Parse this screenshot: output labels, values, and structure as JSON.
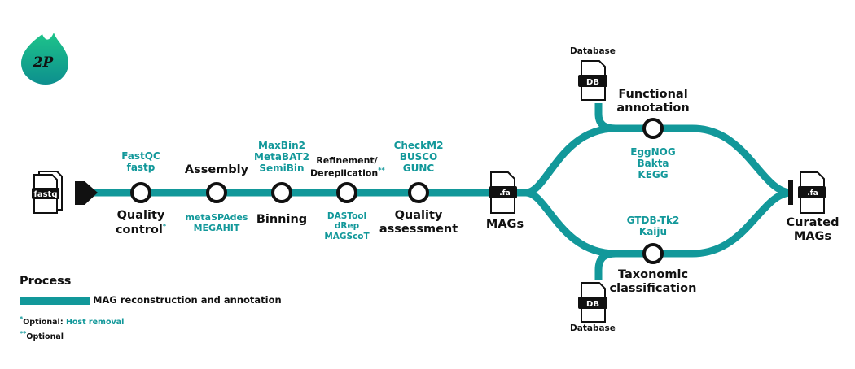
{
  "legend": {
    "title": "Process",
    "item": "MAG reconstruction and annotation",
    "note1_prefix": "Optional:",
    "note1_value": "Host removal",
    "note2": "Optional",
    "star1": "*",
    "star2": "**"
  },
  "colors": {
    "track": "#12989a",
    "node": "#111111",
    "tool": "#12989a"
  },
  "files": {
    "input": "fastq",
    "fasta": ".fa",
    "db": "DB"
  },
  "steps": {
    "qc": {
      "label1": "Quality",
      "label2": "control",
      "star": "*",
      "tools": [
        "FastQC",
        "fastp"
      ]
    },
    "assembly": {
      "label": "Assembly",
      "tools": [
        "metaSPAdes",
        "MEGAHIT"
      ]
    },
    "binning": {
      "label": "Binning",
      "tools": [
        "MaxBin2",
        "MetaBAT2",
        "SemiBin"
      ]
    },
    "refine": {
      "label1": "Refinement/",
      "label2": "Dereplication",
      "star": "**",
      "tools": [
        "DASTool",
        "dRep",
        "MAGScoT"
      ]
    },
    "quality": {
      "label1": "Quality",
      "label2": "assessment",
      "tools": [
        "CheckM2",
        "BUSCO",
        "GUNC"
      ]
    },
    "mags": {
      "label": "MAGs"
    },
    "functional": {
      "label1": "Functional",
      "label2": "annotation",
      "tools": [
        "EggNOG",
        "Bakta",
        "KEGG"
      ],
      "db_label": "Database"
    },
    "taxonomic": {
      "label1": "Taxonomic",
      "label2": "classification",
      "tools": [
        "GTDB-Tk2",
        "Kaiju"
      ],
      "db_label": "Database"
    },
    "curated": {
      "label1": "Curated",
      "label2": "MAGs"
    }
  }
}
